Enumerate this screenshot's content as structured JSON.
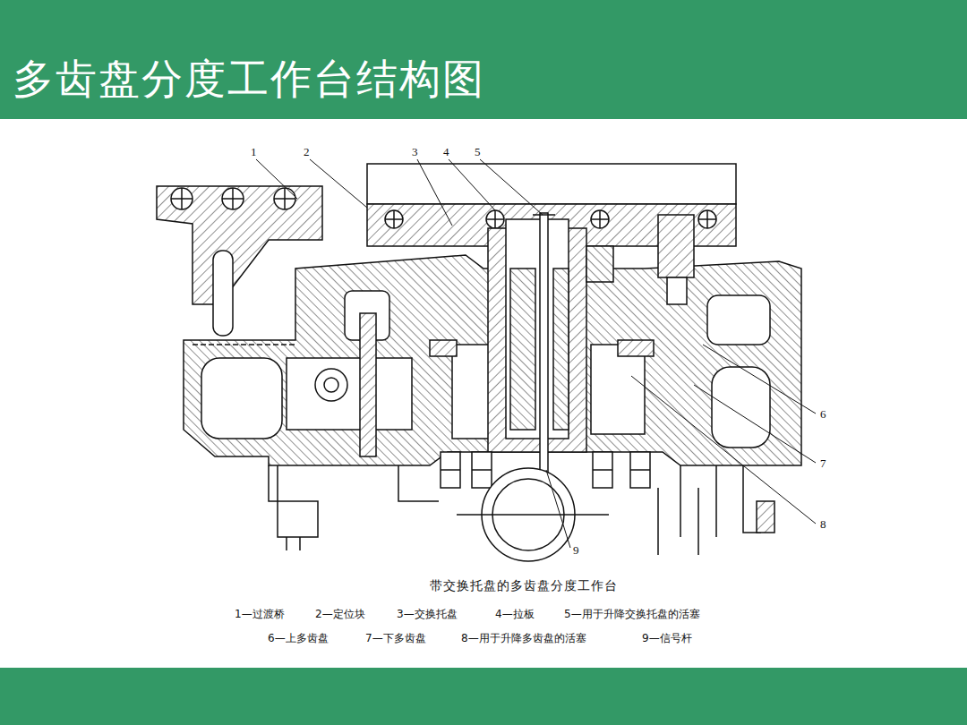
{
  "diagram": {
    "title": "多齿盘分度工作台结构图",
    "caption": "带交换托盘的多齿盘分度工作台",
    "labels": [
      "1",
      "2",
      "3",
      "4",
      "5",
      "6",
      "7",
      "8",
      "9",
      "1—过渡桥",
      "2—定位块",
      "3—交换托盘",
      "4—拉板",
      "5—用于升降交换托盘的活塞",
      "6—上多齿盘",
      "7—下多齿盘",
      "8—用于升降多齿盘的活塞",
      "9—信号杆"
    ]
  }
}
